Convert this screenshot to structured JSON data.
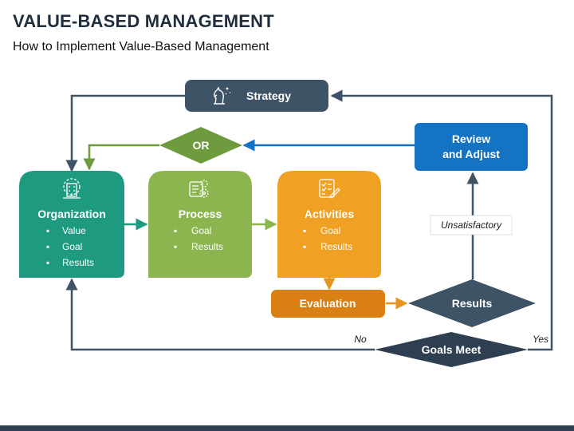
{
  "title": "VALUE-BASED MANAGEMENT",
  "subtitle": "How to Implement Value-Based Management",
  "nodes": {
    "strategy": {
      "label": "Strategy",
      "color": "#3e5366",
      "icon": "chess-knight-icon"
    },
    "or": {
      "label": "OR",
      "color": "#6d9b3e"
    },
    "review": {
      "label_line1": "Review",
      "label_line2": "and Adjust",
      "color": "#1473c3"
    },
    "organization": {
      "label": "Organization",
      "color": "#1e9a80",
      "icon": "building-gear-icon",
      "items": [
        "Value",
        "Goal",
        "Results"
      ]
    },
    "process": {
      "label": "Process",
      "color": "#8db54f",
      "icon": "process-gears-icon",
      "items": [
        "Goal",
        "Results"
      ]
    },
    "activities": {
      "label": "Activities",
      "color": "#f0a022",
      "icon": "checklist-icon",
      "items": [
        "Goal",
        "Results"
      ]
    },
    "evaluation": {
      "label": "Evaluation",
      "color": "#d97f14"
    },
    "results": {
      "label": "Results",
      "color": "#3e5366"
    },
    "goals_meet": {
      "label": "Goals Meet",
      "color": "#2e3f52"
    }
  },
  "edge_labels": {
    "unsatisfactory": "Unsatisfactory",
    "no": "No",
    "yes": "Yes"
  },
  "colors": {
    "line_dark": "#3e5366",
    "line_green": "#6d9b3e",
    "line_blue": "#1473c3",
    "line_teal": "#1e9a80",
    "line_lightgreen": "#8db54f",
    "line_orange": "#f0a022"
  }
}
